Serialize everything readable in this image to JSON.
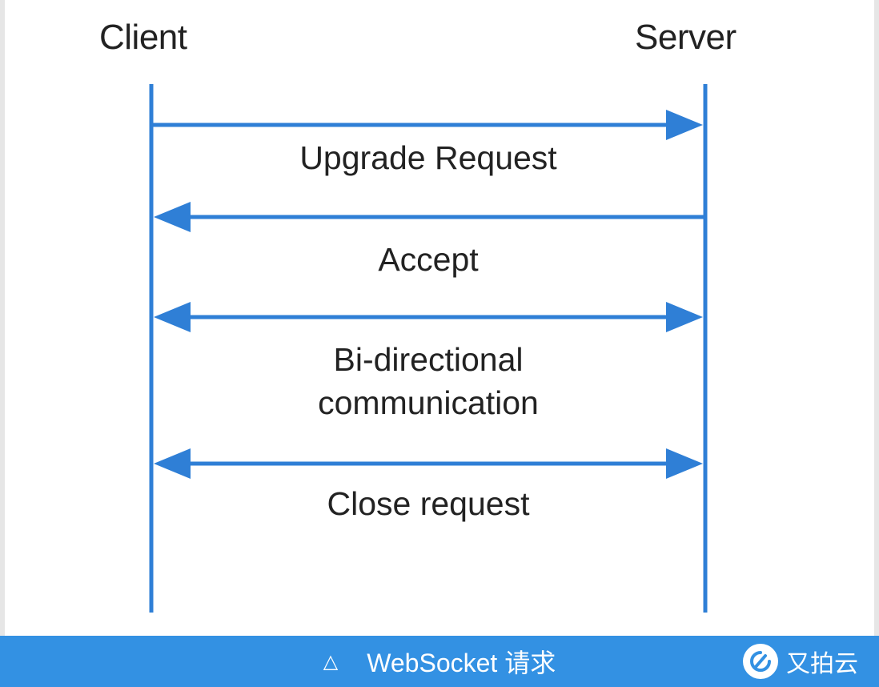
{
  "diagram": {
    "actors": {
      "client": "Client",
      "server": "Server"
    },
    "messages": [
      {
        "label": "Upgrade Request",
        "direction": "client-to-server"
      },
      {
        "label": "Accept",
        "direction": "server-to-client"
      },
      {
        "label_line1": "Bi-directional",
        "label_line2": "communication",
        "direction": "bidirectional"
      },
      {
        "label": "Close request",
        "direction": "bidirectional"
      }
    ],
    "line_color": "#2f7fd6"
  },
  "caption": {
    "triangle": "△",
    "text": "WebSocket 请求",
    "bar_color": "#3391e3"
  },
  "brand": {
    "name": "又拍云",
    "logo_icon": "upyun-logo-icon"
  }
}
